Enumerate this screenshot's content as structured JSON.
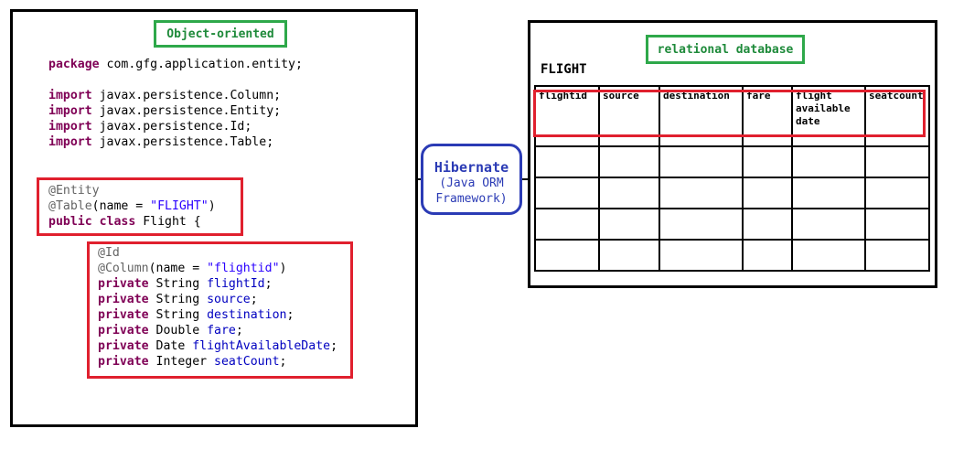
{
  "java_side": {
    "tag": "Object-oriented",
    "package_kw": "package",
    "package_name": " com.gfg.application.entity;",
    "imports": [
      {
        "kw": "import",
        "name": " javax.persistence.Column;"
      },
      {
        "kw": "import",
        "name": " javax.persistence.Entity;"
      },
      {
        "kw": "import",
        "name": " javax.persistence.Id;"
      },
      {
        "kw": "import",
        "name": " javax.persistence.Table;"
      }
    ],
    "class_block": {
      "entity_ann": "@Entity",
      "table_ann": "@Table",
      "table_args_open": "(name = ",
      "table_name": "\"FLIGHT\"",
      "table_args_close": ")",
      "class_kw": "public class",
      "class_name": " Flight {"
    },
    "fields_block": {
      "id_ann": "@Id",
      "column_ann": "@Column",
      "column_args_open": "(name = ",
      "column_name": "\"flightid\"",
      "column_args_close": ")",
      "fields": [
        {
          "kw": "private",
          "type": " String ",
          "name": "flightId",
          "end": ";"
        },
        {
          "kw": "private",
          "type": " String ",
          "name": "source",
          "end": ";"
        },
        {
          "kw": "private",
          "type": " String ",
          "name": "destination",
          "end": ";"
        },
        {
          "kw": "private",
          "type": " Double ",
          "name": "fare",
          "end": ";"
        },
        {
          "kw": "private",
          "type": " Date ",
          "name": "flightAvailableDate",
          "end": ";"
        },
        {
          "kw": "private",
          "type": " Integer ",
          "name": "seatCount",
          "end": ";"
        }
      ]
    }
  },
  "middle": {
    "title": "Hibernate",
    "subtitle_line1": "(Java ORM",
    "subtitle_line2": "Framework)"
  },
  "db_side": {
    "tag": "relational database",
    "table_name": "FLIGHT",
    "columns": [
      "flightid",
      "source",
      "destination",
      "fare",
      "flight available date",
      "seatcount"
    ],
    "empty_rows": 4
  },
  "colors": {
    "tag_green": "#2ea84a",
    "highlight_red": "#e0202e",
    "hibernate_blue": "#2b3bb5",
    "keyword": "#7f0055",
    "annotation": "#646464",
    "string": "#2a00ff",
    "field": "#0000c0"
  }
}
